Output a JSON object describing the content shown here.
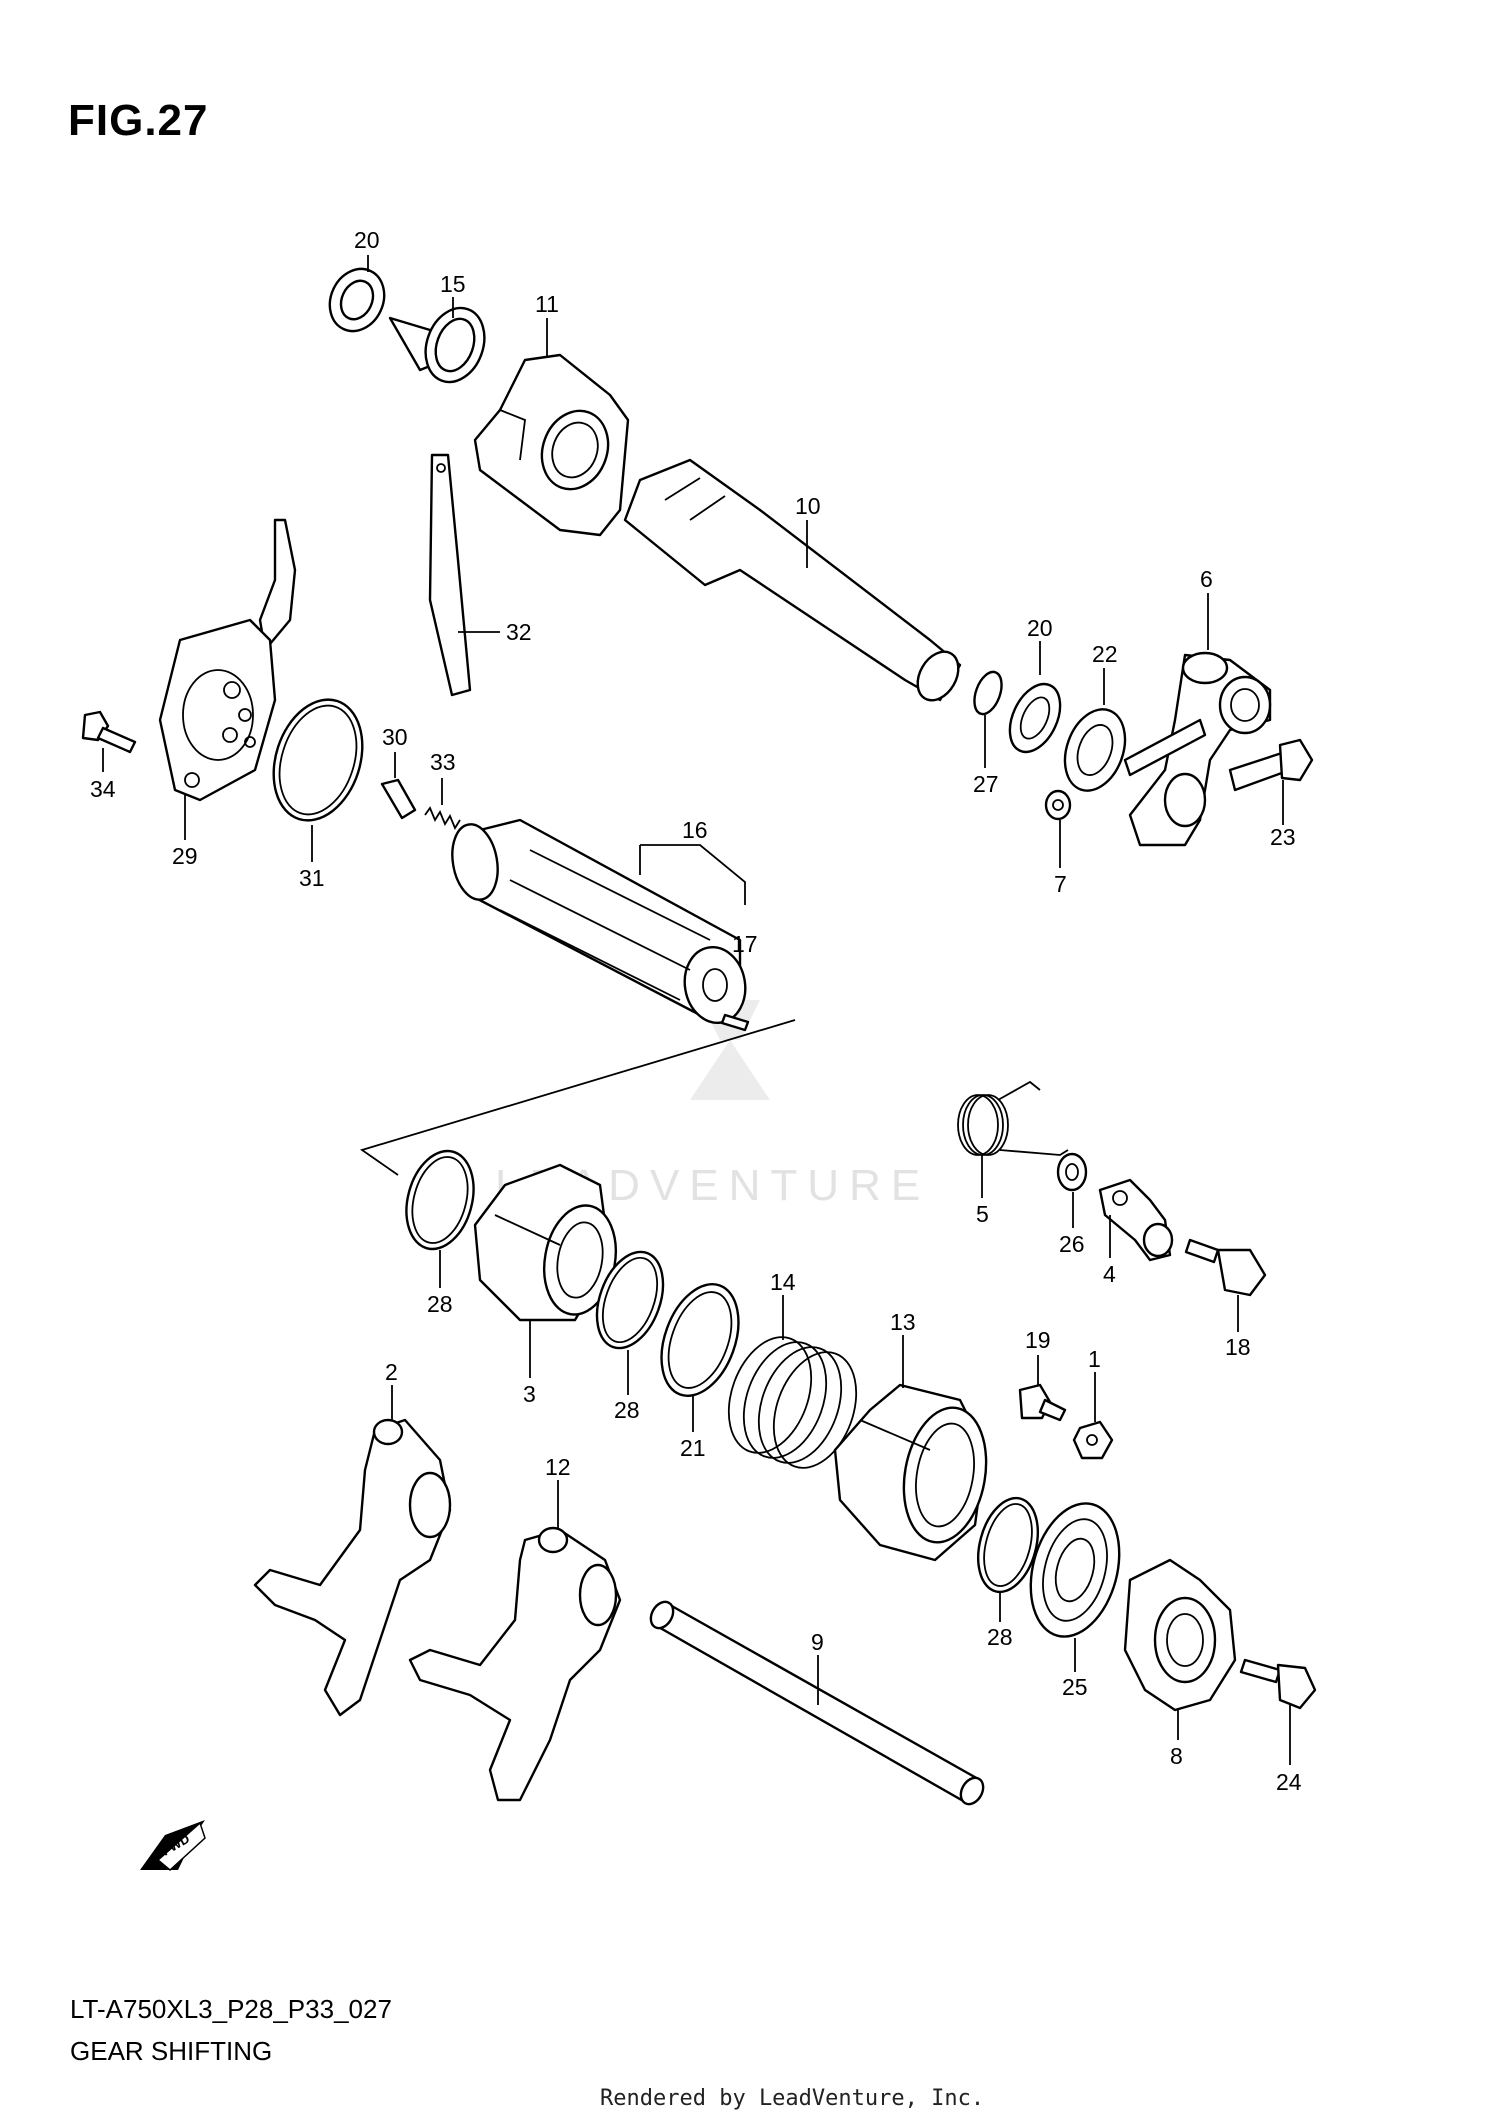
{
  "figure": {
    "title": "FIG.27",
    "model_code": "LT-A750XL3_P28_P33_027",
    "name": "GEAR SHIFTING",
    "rendered_by": "Rendered by LeadVenture, Inc.",
    "watermark": "LEADVENTURE",
    "fwd_label": "FWD"
  },
  "callouts": [
    {
      "id": "c20a",
      "label": "20"
    },
    {
      "id": "c15",
      "label": "15"
    },
    {
      "id": "c11",
      "label": "11"
    },
    {
      "id": "c10",
      "label": "10"
    },
    {
      "id": "c32",
      "label": "32"
    },
    {
      "id": "c6",
      "label": "6"
    },
    {
      "id": "c20b",
      "label": "20"
    },
    {
      "id": "c22",
      "label": "22"
    },
    {
      "id": "c27",
      "label": "27"
    },
    {
      "id": "c7",
      "label": "7"
    },
    {
      "id": "c23",
      "label": "23"
    },
    {
      "id": "c34",
      "label": "34"
    },
    {
      "id": "c29",
      "label": "29"
    },
    {
      "id": "c31",
      "label": "31"
    },
    {
      "id": "c30",
      "label": "30"
    },
    {
      "id": "c33",
      "label": "33"
    },
    {
      "id": "c16",
      "label": "16"
    },
    {
      "id": "c17",
      "label": "17"
    },
    {
      "id": "c5",
      "label": "5"
    },
    {
      "id": "c26",
      "label": "26"
    },
    {
      "id": "c4",
      "label": "4"
    },
    {
      "id": "c18",
      "label": "18"
    },
    {
      "id": "c28a",
      "label": "28"
    },
    {
      "id": "c3",
      "label": "3"
    },
    {
      "id": "c28b",
      "label": "28"
    },
    {
      "id": "c21",
      "label": "21"
    },
    {
      "id": "c14",
      "label": "14"
    },
    {
      "id": "c13",
      "label": "13"
    },
    {
      "id": "c19",
      "label": "19"
    },
    {
      "id": "c1",
      "label": "1"
    },
    {
      "id": "c2",
      "label": "2"
    },
    {
      "id": "c12",
      "label": "12"
    },
    {
      "id": "c28c",
      "label": "28"
    },
    {
      "id": "c25",
      "label": "25"
    },
    {
      "id": "c9",
      "label": "9"
    },
    {
      "id": "c8",
      "label": "8"
    },
    {
      "id": "c24",
      "label": "24"
    }
  ]
}
